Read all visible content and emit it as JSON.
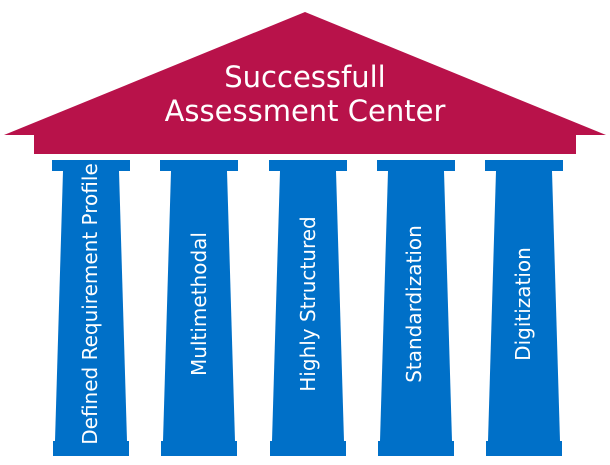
{
  "roof": {
    "title_line1": "Successfull",
    "title_line2": "Assessment Center",
    "color": "#B8124A"
  },
  "pillar_color": "#0070C8",
  "pillars": [
    {
      "label": "Defined Requirement Profile"
    },
    {
      "label": "Multimethodal"
    },
    {
      "label": "Highly Structured"
    },
    {
      "label": "Standardization"
    },
    {
      "label": "Digitization"
    }
  ]
}
